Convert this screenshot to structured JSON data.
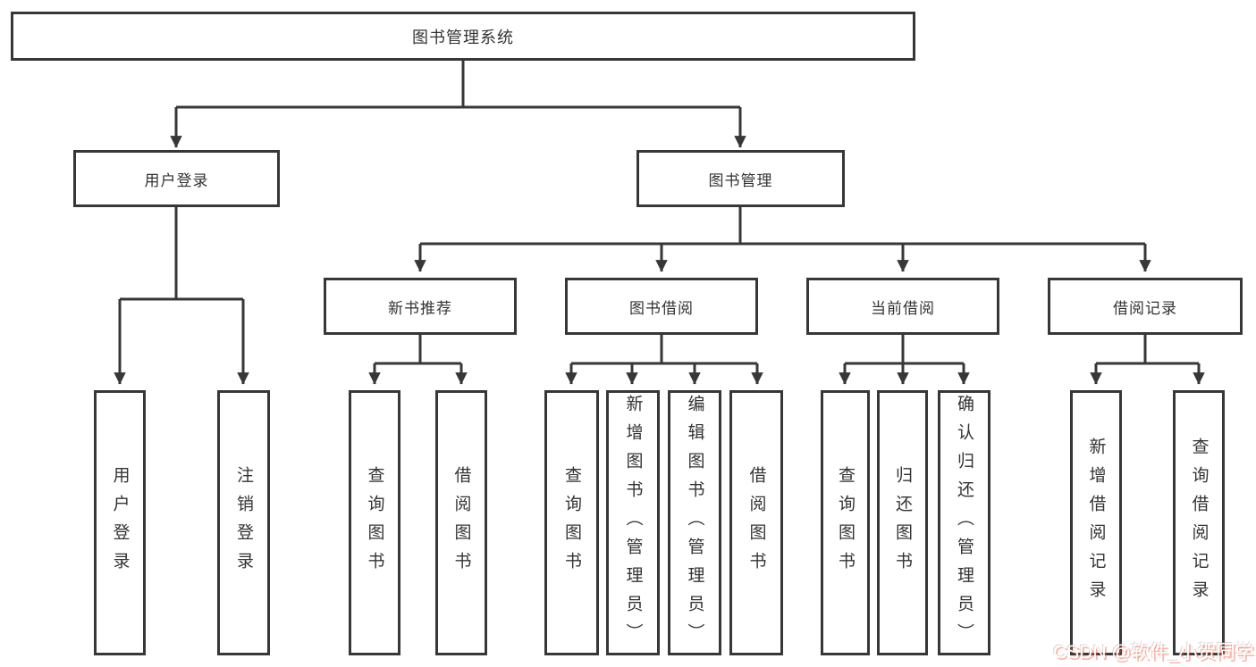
{
  "tree": {
    "root": {
      "label": "图书管理系统"
    },
    "branches": [
      {
        "label": "用户登录",
        "children": [
          "用户登录",
          "注销登录"
        ]
      },
      {
        "label": "图书管理",
        "children": [
          {
            "label": "新书推荐",
            "children": [
              "查询图书",
              "借阅图书"
            ]
          },
          {
            "label": "图书借阅",
            "children": [
              "查询图书",
              "新增图书（管理员）",
              "编辑图书（管理员）",
              "借阅图书"
            ]
          },
          {
            "label": "当前借阅",
            "children": [
              "查询图书",
              "归还图书",
              "确认归还（管理员）"
            ]
          },
          {
            "label": "借阅记录",
            "children": [
              "新增借阅记录",
              "查询借阅记录"
            ]
          }
        ]
      }
    ]
  },
  "watermark": "CSDN @软件_小贺同学",
  "colors": {
    "line": "#373737",
    "text": "#333333",
    "background": "#ffffff",
    "watermark_text": "#ffffff",
    "watermark_shadow": "#fc5531"
  }
}
